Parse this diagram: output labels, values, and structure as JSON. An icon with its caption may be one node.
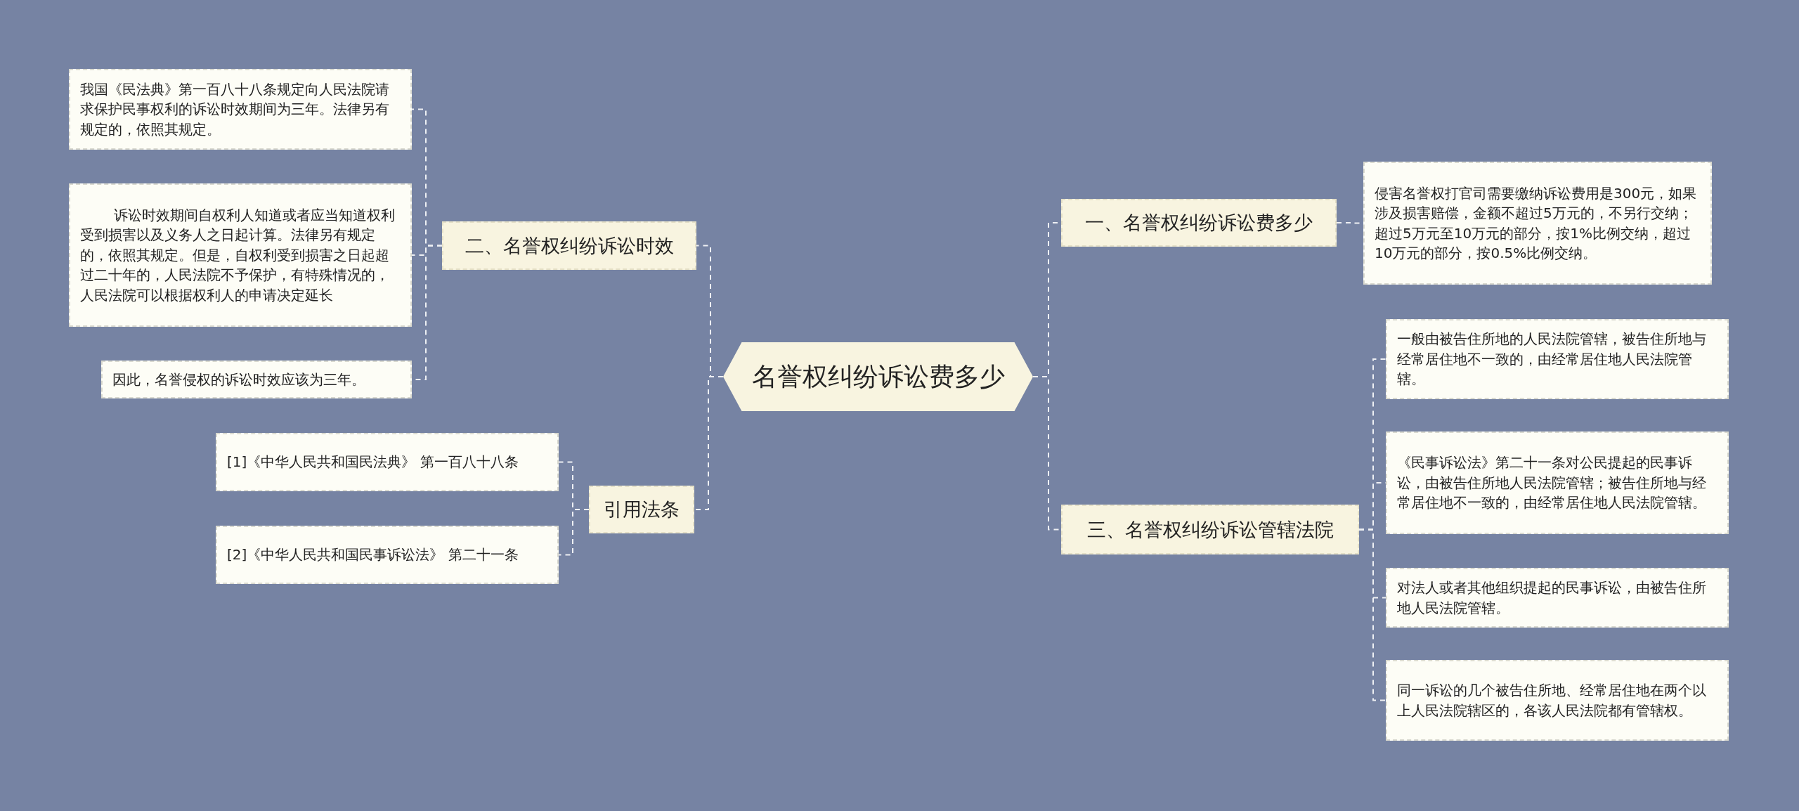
{
  "diagram": {
    "nodes": [
      {
        "text": [
          "名誉权纠纷诉讼费多少"
        ]
      },
      {
        "text": [
          "一、名誉权纠纷诉讼费多少"
        ]
      },
      {
        "text": [
          "侵害名誉权打官司需要缴纳诉讼费用是300元，如果涉及损害赔偿，金额不超过5万元的，不另行交纳；超过5万元至10万元的部分，按1%比例交纳，超过10万元的部分，按0.5%比例交纳。"
        ]
      },
      {
        "text": [
          "二、名誉权纠纷诉讼时效"
        ]
      },
      {
        "text": [
          "我国《民法典》第一百八十八条规定向人民法院请求保护民事权利的诉讼时效期间为三年。法律另有规定的，依照其规定。"
        ]
      },
      {
        "text": [
          "诉讼时效期间自权利人知道或者应当知道权利受到损害以及义务人之日起计算。法律另有规定的，依照其规定。但是，自权利受到损害之日起超过二十年的，人民法院不予保护，有特殊情况的，人民法院可以根据权利人的申请决定延长"
        ]
      },
      {
        "text": [
          "因此，名誉侵权的诉讼时效应该为三年。"
        ]
      },
      {
        "text": [
          "三、名誉权纠纷诉讼管辖法院"
        ]
      },
      {
        "text": [
          "一般由被告住所地的人民法院管辖，被告住所地与经常居住地不一致的，由经常居住地人民法院管辖。"
        ]
      },
      {
        "text": [
          "《民事诉讼法》第二十一条对公民提起的民事诉讼，由被告住所地人民法院管辖；被告住所地与经常居住地不一致的，由经常居住地人民法院管辖。"
        ]
      },
      {
        "text": [
          "对法人或者其他组织提起的民事诉讼，由被告住所地人民法院管辖。"
        ]
      },
      {
        "text": [
          "同一诉讼的几个被告住所地、经常居住地在两个以上人民法院辖区的，各该人民法院都有管辖权。"
        ]
      },
      {
        "text": [
          "引用法条"
        ]
      },
      {
        "text": [
          "[1]《中华人民共和国民法典》 第一百八十八条"
        ]
      },
      {
        "text": [
          "[2]《中华人民共和国民事诉讼法》 第二十一条"
        ]
      }
    ],
    "edges": [
      {
        "from": 0,
        "to": 1,
        "arrow": "none"
      },
      {
        "from": 1,
        "to": 2,
        "arrow": "none"
      },
      {
        "from": 0,
        "to": 3,
        "arrow": "none"
      },
      {
        "from": 3,
        "to": 4,
        "arrow": "none"
      },
      {
        "from": 3,
        "to": 5,
        "arrow": "none"
      },
      {
        "from": 3,
        "to": 6,
        "arrow": "none"
      },
      {
        "from": 0,
        "to": 7,
        "arrow": "none"
      },
      {
        "from": 7,
        "to": 8,
        "arrow": "none"
      },
      {
        "from": 7,
        "to": 9,
        "arrow": "none"
      },
      {
        "from": 7,
        "to": 10,
        "arrow": "none"
      },
      {
        "from": 7,
        "to": 11,
        "arrow": "none"
      },
      {
        "from": 0,
        "to": 12,
        "arrow": "none"
      },
      {
        "from": 12,
        "to": 13,
        "arrow": "none"
      },
      {
        "from": 12,
        "to": 14,
        "arrow": "none"
      }
    ]
  }
}
